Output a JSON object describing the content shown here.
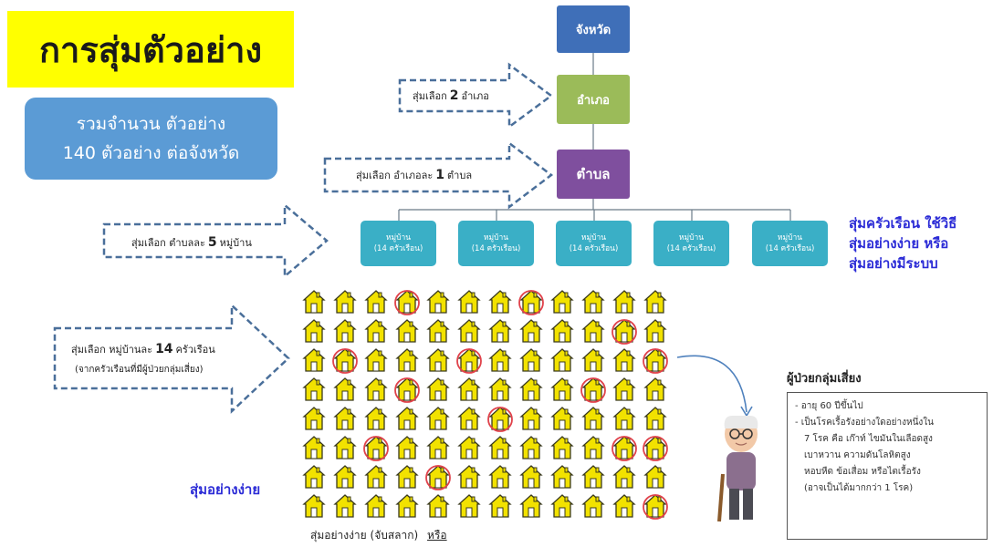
{
  "title": "การสุ่มตัวอย่าง",
  "total": {
    "line1": "รวมจำนวน ตัวอย่าง",
    "line2": "140 ตัวอย่าง ต่อจังหวัด"
  },
  "hierarchy": {
    "province": "จังหวัด",
    "district": "อำเภอ",
    "subdistrict": "ตำบล",
    "village_label": "หมู่บ้าน",
    "village_sub": "(14 ครัวเรือน)"
  },
  "arrows": {
    "district": {
      "pre": "สุ่มเลือก",
      "num": "2",
      "post": "อำเภอ"
    },
    "subdistrict": {
      "pre": "สุ่มเลือก อำเภอละ",
      "num": "1",
      "post": "ตำบล"
    },
    "village": {
      "pre": "สุ่มเลือก ตำบลละ",
      "num": "5",
      "post": "หมู่บ้าน"
    },
    "household": {
      "pre": "สุ่มเลือก หมู่บ้านละ",
      "num": "14",
      "post": "ครัวเรือน",
      "note": "(จากครัวเรือนที่มีผู้ป่วยกลุ่มเสี่ยง)"
    }
  },
  "household_method": {
    "line1": "สุ่มครัวเรือน ใช้วิธี",
    "line2": "สุ่มอย่างง่าย หรือ",
    "line3": "สุ่มอย่างมีระบบ"
  },
  "simple_random_label": "สุ่มอย่างง่าย",
  "lottery_caption": {
    "text": "สุ่มอย่างง่าย (จับสลาก)",
    "or": "หรือ"
  },
  "risk_group": {
    "heading": "ผู้ป่วยกลุ่มเสี่ยง",
    "lines": [
      "- อายุ 60 ปีขึ้นไป",
      "- เป็นโรคเรื้อรังอย่างใดอย่างหนึ่งใน",
      "  7 โรค คือ เก๊าท์ ไขมันในเลือดสูง",
      "  เบาหวาน ความดันโลหิตสูง",
      "  หอบหืด ข้อเสื่อม หรือไตเรื้อรัง",
      "  (อาจเป็นได้มากกว่า 1 โรค)"
    ]
  },
  "grid": {
    "rows": 8,
    "cols": 12,
    "selected": [
      [
        0,
        3
      ],
      [
        0,
        7
      ],
      [
        1,
        10
      ],
      [
        2,
        1
      ],
      [
        2,
        5
      ],
      [
        2,
        11
      ],
      [
        3,
        3
      ],
      [
        3,
        9
      ],
      [
        4,
        6
      ],
      [
        5,
        2
      ],
      [
        5,
        10
      ],
      [
        5,
        11
      ],
      [
        6,
        4
      ],
      [
        7,
        11
      ]
    ]
  },
  "colors": {
    "title_bg": "#ffff00",
    "total_bg": "#5b9bd5",
    "province": "#3f6fb8",
    "district": "#9bbb59",
    "subdistrict": "#7f4f9e",
    "village": "#3aafc6",
    "arrow": "#4a6f9a",
    "house": "#f2e200",
    "selected_circle": "#e0424b",
    "method_text": "#2b2bd6"
  }
}
